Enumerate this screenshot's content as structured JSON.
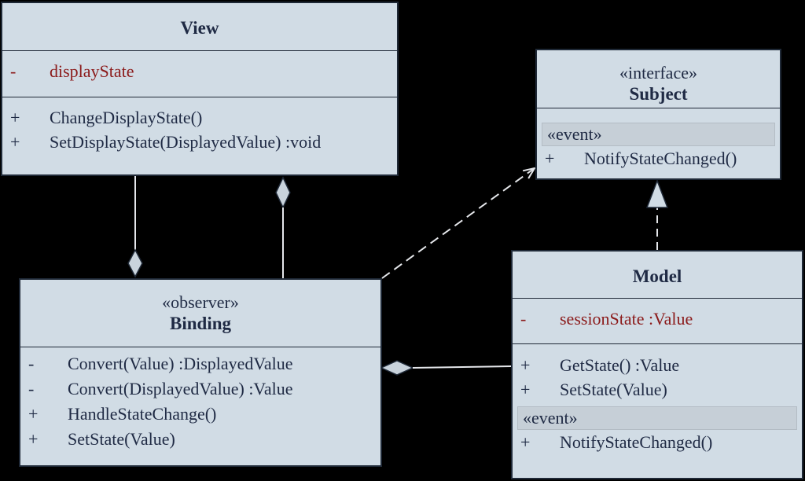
{
  "view": {
    "name": "View",
    "attributes": [
      {
        "vis": "-",
        "text": "displayState"
      }
    ],
    "operations": [
      {
        "vis": "+",
        "text": "ChangeDisplayState()"
      },
      {
        "vis": "+",
        "text": "SetDisplayState(DisplayedValue) :void"
      }
    ]
  },
  "subject": {
    "stereotype": "«interface»",
    "name": "Subject",
    "event_label": "«event»",
    "event_ops": [
      {
        "vis": "+",
        "text": "NotifyStateChanged()"
      }
    ]
  },
  "binding": {
    "stereotype": "«observer»",
    "name": "Binding",
    "operations": [
      {
        "vis": "-",
        "text": "Convert(Value) :DisplayedValue"
      },
      {
        "vis": "-",
        "text": "Convert(DisplayedValue) :Value"
      },
      {
        "vis": "+",
        "text": "HandleStateChange()"
      },
      {
        "vis": "+",
        "text": "SetState(Value)"
      }
    ]
  },
  "model": {
    "name": "Model",
    "attributes": [
      {
        "vis": "-",
        "text": "sessionState :Value"
      }
    ],
    "operations": [
      {
        "vis": "+",
        "text": "GetState() :Value"
      },
      {
        "vis": "+",
        "text": "SetState(Value)"
      }
    ],
    "event_label": "«event»",
    "event_ops": [
      {
        "vis": "+",
        "text": "NotifyStateChanged()"
      }
    ]
  },
  "colors": {
    "background": "#000000",
    "class_fill": "#d1dce5",
    "border": "#1f2937",
    "text": "#1f2a44",
    "private_attribute": "#8b1a1a",
    "connector": "#e5e7eb"
  }
}
